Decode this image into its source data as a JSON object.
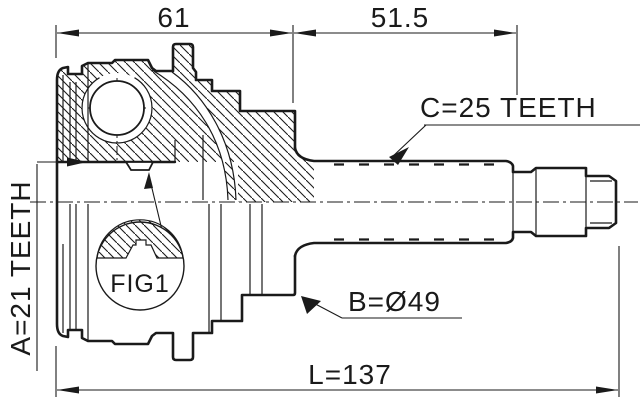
{
  "drawing": {
    "title_context": "CV joint technical drawing",
    "dimensions": {
      "top_left": "61",
      "top_right": "51.5",
      "overall_length": "L=137"
    },
    "labels": {
      "outer_spline": "C=25 TEETH",
      "inner_spline": "A=21 TEETH",
      "body_diameter": "B=Ø49",
      "detail_callout": "FIG1"
    },
    "colors": {
      "line": "#1a1a1a",
      "background": "#ffffff"
    }
  }
}
